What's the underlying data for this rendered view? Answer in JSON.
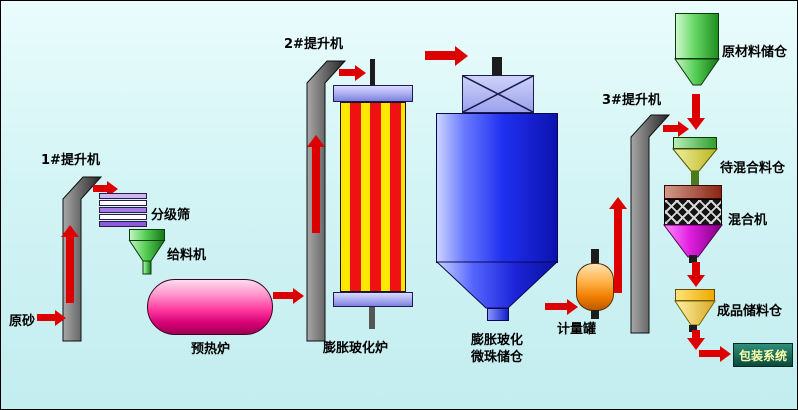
{
  "colors": {
    "arrow-red": "#dd0000",
    "furnace-yellow": "#ffe800",
    "furnace-stripe-red": "#f01212",
    "preheater-pink": "#ff3aa0",
    "silo-blue": "#2030f0",
    "packaging-teal": "#2f8f7a"
  },
  "labels": {
    "raw_sand": "原砂",
    "elevator1": "1#提升机",
    "classifier_screen": "分级筛",
    "feeder": "给料机",
    "preheating_furnace": "预热炉",
    "elevator2": "2#提升机",
    "expansion_furnace": "膨胀玻化炉",
    "bead_silo_line1": "膨胀玻化",
    "bead_silo_line2": "微珠储仓",
    "metering_tank": "计量罐",
    "elevator3": "3#提升机",
    "raw_material_silo": "原材料储仓",
    "premix_silo": "待混合料仓",
    "mixer": "混合机",
    "product_silo": "成品储料仓",
    "packaging_system": "包装系统"
  }
}
